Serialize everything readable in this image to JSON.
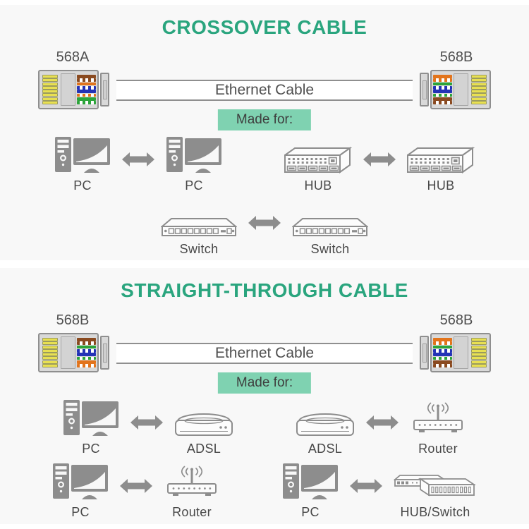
{
  "colors": {
    "accent_teal": "#2aa57e",
    "badge_bg": "#7fd2b1",
    "panel_bg": "#f8f8f8",
    "device_gray": "#8d8d8d",
    "label_text": "#484848",
    "connector_body": "#d9d9d9",
    "connector_border": "#8f8f8f",
    "pin_yellow": "#e8e052"
  },
  "wire_palette": {
    "brown": "#8a4a20",
    "orange": "#e2741c",
    "blue": "#2433b6",
    "green": "#2ca43a"
  },
  "sections": [
    {
      "id": "crossover",
      "title": "CROSSOVER CABLE",
      "left_connector": {
        "label": "568A",
        "wires": [
          "brown",
          "white-brown",
          "orange",
          "white-blue",
          "blue",
          "white-orange",
          "green",
          "white-green"
        ]
      },
      "right_connector": {
        "label": "568B",
        "wires": [
          "orange",
          "white-orange",
          "green",
          "white-blue",
          "blue",
          "white-green",
          "brown",
          "white-brown"
        ]
      },
      "cable_label": "Ethernet Cable",
      "made_for_label": "Made for:",
      "rows": [
        [
          {
            "left": {
              "icon": "pc",
              "label": "PC"
            },
            "right": {
              "icon": "pc",
              "label": "PC"
            }
          },
          {
            "left": {
              "icon": "hub",
              "label": "HUB"
            },
            "right": {
              "icon": "hub",
              "label": "HUB"
            }
          }
        ],
        [
          {
            "left": {
              "icon": "switch",
              "label": "Switch"
            },
            "right": {
              "icon": "switch",
              "label": "Switch"
            }
          }
        ]
      ]
    },
    {
      "id": "straight-through",
      "title": "STRAIGHT-THROUGH CABLE",
      "left_connector": {
        "label": "568B",
        "wires": [
          "brown",
          "white-brown",
          "green",
          "white-blue",
          "blue",
          "white-green",
          "orange",
          "white-orange"
        ]
      },
      "right_connector": {
        "label": "568B",
        "wires": [
          "orange",
          "white-orange",
          "green",
          "white-blue",
          "blue",
          "white-green",
          "brown",
          "white-brown"
        ]
      },
      "cable_label": "Ethernet Cable",
      "made_for_label": "Made for:",
      "rows": [
        [
          {
            "left": {
              "icon": "pc",
              "label": "PC"
            },
            "right": {
              "icon": "adsl",
              "label": "ADSL"
            }
          },
          {
            "left": {
              "icon": "adsl",
              "label": "ADSL"
            },
            "right": {
              "icon": "router",
              "label": "Router"
            }
          }
        ],
        [
          {
            "left": {
              "icon": "pc",
              "label": "PC"
            },
            "right": {
              "icon": "router",
              "label": "Router"
            }
          },
          {
            "left": {
              "icon": "pc",
              "label": "PC"
            },
            "right": {
              "icon": "hubswitch",
              "label": "HUB/Switch"
            }
          }
        ]
      ]
    }
  ]
}
